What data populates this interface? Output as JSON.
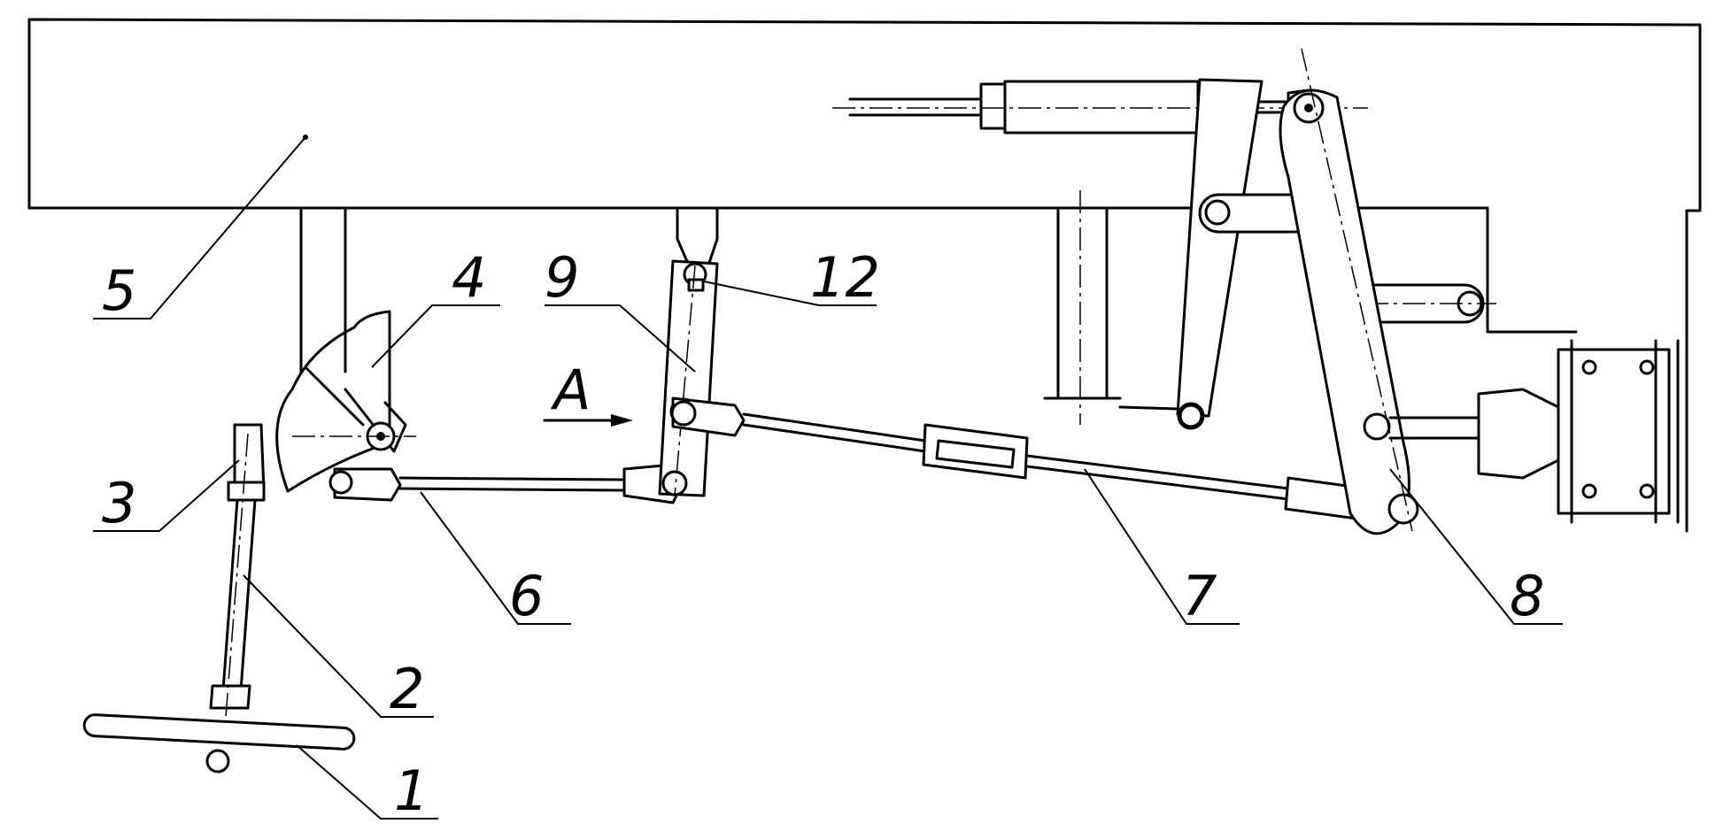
{
  "labels": {
    "l1": "1",
    "l2": "2",
    "l3": "3",
    "l4": "4",
    "l5": "5",
    "l6": "6",
    "l7": "7",
    "l8": "8",
    "l9": "9",
    "l12": "12",
    "viewA": "A"
  }
}
